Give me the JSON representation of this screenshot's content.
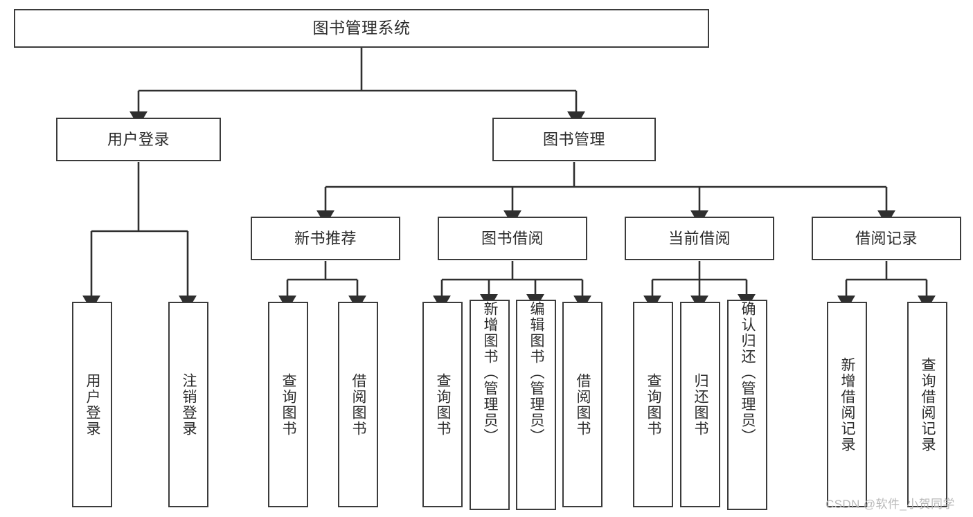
{
  "diagram": {
    "title": "图书管理系统",
    "type": "tree-hierarchy",
    "watermark": "CSDN @软件_小贺同学",
    "colors": {
      "box_border": "#3b3b3b",
      "box_fill": "#ffffff",
      "edge": "#2f2f2f",
      "text": "#2b2b2b",
      "watermark": "#b9b9b9",
      "background": "#ffffff"
    },
    "nodes": {
      "root": {
        "label": "图书管理系统"
      },
      "level2": [
        {
          "id": "user-login",
          "label": "用户登录"
        },
        {
          "id": "book-management",
          "label": "图书管理"
        }
      ],
      "level3": [
        {
          "id": "new-book-recommend",
          "label": "新书推荐"
        },
        {
          "id": "book-borrow",
          "label": "图书借阅"
        },
        {
          "id": "current-borrow",
          "label": "当前借阅"
        },
        {
          "id": "borrow-record",
          "label": "借阅记录"
        }
      ],
      "leaves": {
        "user-login": [
          {
            "id": "user-login-leaf",
            "label": "用户登录"
          },
          {
            "id": "logout-leaf",
            "label": "注销登录"
          }
        ],
        "new-book-recommend": [
          {
            "id": "query-book-1",
            "label": "查询图书"
          },
          {
            "id": "borrow-book-1",
            "label": "借阅图书"
          }
        ],
        "book-borrow": [
          {
            "id": "query-book-2",
            "label": "查询图书"
          },
          {
            "id": "add-book-admin",
            "label": "新增图书（管理员）"
          },
          {
            "id": "edit-book-admin",
            "label": "编辑图书（管理员）"
          },
          {
            "id": "borrow-book-2",
            "label": "借阅图书"
          }
        ],
        "current-borrow": [
          {
            "id": "query-book-3",
            "label": "查询图书"
          },
          {
            "id": "return-book",
            "label": "归还图书"
          },
          {
            "id": "confirm-return-admin",
            "label": "确认归还（管理员）"
          }
        ],
        "borrow-record": [
          {
            "id": "add-borrow-record",
            "label": "新增借阅记录"
          },
          {
            "id": "query-borrow-record",
            "label": "查询借阅记录"
          }
        ]
      }
    }
  }
}
